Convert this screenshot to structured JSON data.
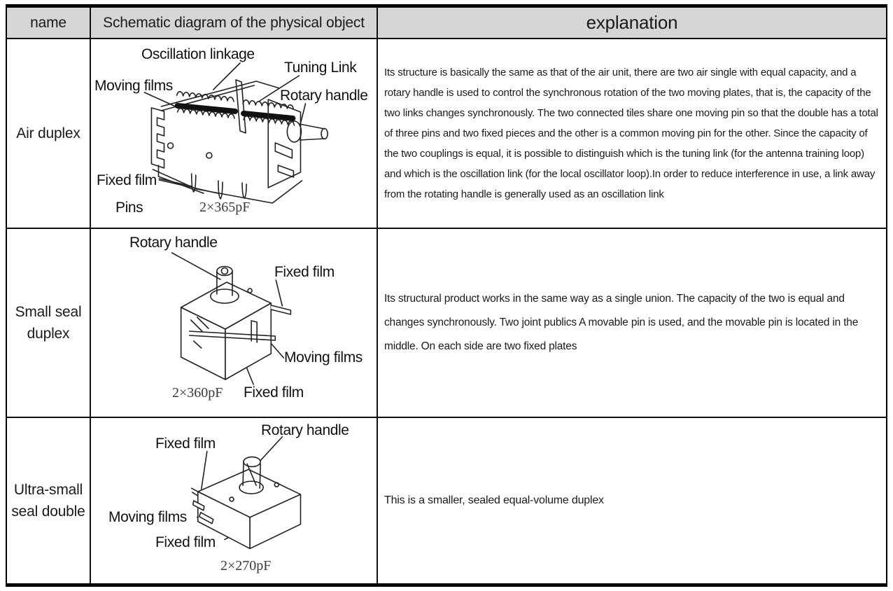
{
  "header": {
    "name": "name",
    "schematic": "Schematic diagram of the physical object",
    "explanation": "explanation"
  },
  "rows": [
    {
      "name": "Air duplex",
      "capacitance": "2×365pF",
      "labels": {
        "oscillation_linkage": "Oscillation linkage",
        "tuning_link": "Tuning Link",
        "moving_films": "Moving films",
        "rotary_handle": "Rotary handle",
        "fixed_film": "Fixed film",
        "pins": "Pins"
      },
      "explanation": "Its structure is basically the same as that of the air unit, there are two air single with equal capacity, and a rotary handle is used to control the synchronous rotation of the two moving plates, that is, the capacity of the two links changes synchronously. The two connected tiles share one moving pin so that the double has a total of three pins and two fixed pieces and the other is a common moving pin for the other. Since the capacity of the two couplings is equal, it is possible to distinguish which is the tuning link (for the antenna training loop) and which is the oscillation link (for the local oscillator loop).In order to reduce interference in use, a link away from the rotating handle is generally used as an oscillation link"
    },
    {
      "name": "Small seal duplex",
      "capacitance": "2×360pF",
      "labels": {
        "rotary_handle": "Rotary handle",
        "fixed_film_top": "Fixed film",
        "moving_films": "Moving films",
        "fixed_film_bottom": "Fixed film"
      },
      "explanation": "Its structural product works in the same way as a single union. The capacity of the two is equal and changes synchronously. Two joint publics A movable pin is used, and the movable pin is located in the middle. On each side are two fixed plates"
    },
    {
      "name": "Ultra-small seal double",
      "capacitance": "2×270pF",
      "labels": {
        "fixed_film_top": "Fixed film",
        "rotary_handle": "Rotary handle",
        "moving_films": "Moving films",
        "fixed_film_bottom": "Fixed film"
      },
      "explanation": "This is a smaller, sealed equal-volume duplex"
    }
  ],
  "colors": {
    "header_bg": "#d6d6d6",
    "border": "#000000",
    "line_art": "#222222",
    "text": "#1a1a1a"
  }
}
